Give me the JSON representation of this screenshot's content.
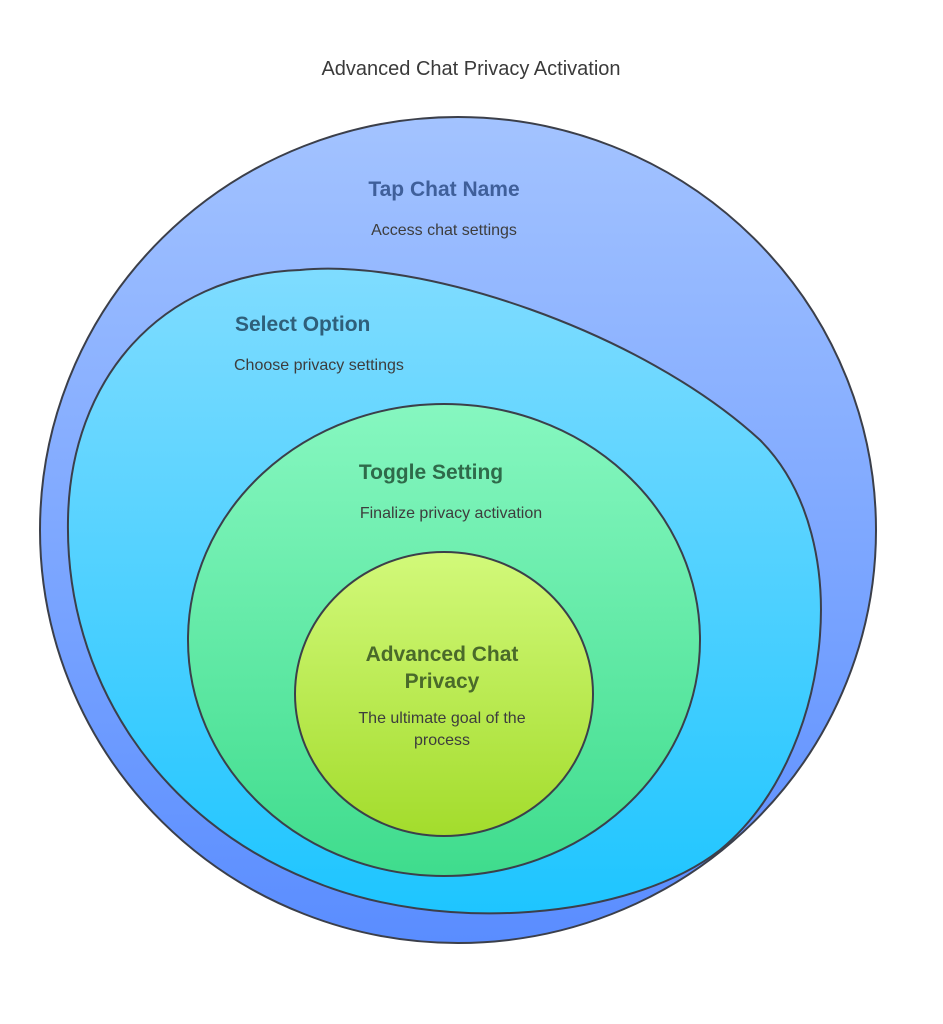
{
  "title": "Advanced Chat Privacy Activation",
  "layers": [
    {
      "title": "Tap Chat Name",
      "description": "Access chat settings",
      "title_color": "#3f5f9a",
      "fill_top": "#a3c3ff",
      "fill_bottom": "#5a8dff"
    },
    {
      "title": "Select Option",
      "description": "Choose privacy settings",
      "title_color": "#2f5f7a",
      "fill_top": "#7fdcff",
      "fill_bottom": "#1ec5ff"
    },
    {
      "title": "Toggle Setting",
      "description": "Finalize privacy activation",
      "title_color": "#2f6a4a",
      "fill_top": "#86f7c0",
      "fill_bottom": "#3fdc8d"
    },
    {
      "title_lines": [
        "Advanced Chat",
        "Privacy"
      ],
      "description_lines": [
        "The ultimate goal of the",
        "process"
      ],
      "title_color": "#4a6a2a",
      "fill_top": "#d2f97a",
      "fill_bottom": "#a3dc2c"
    }
  ]
}
